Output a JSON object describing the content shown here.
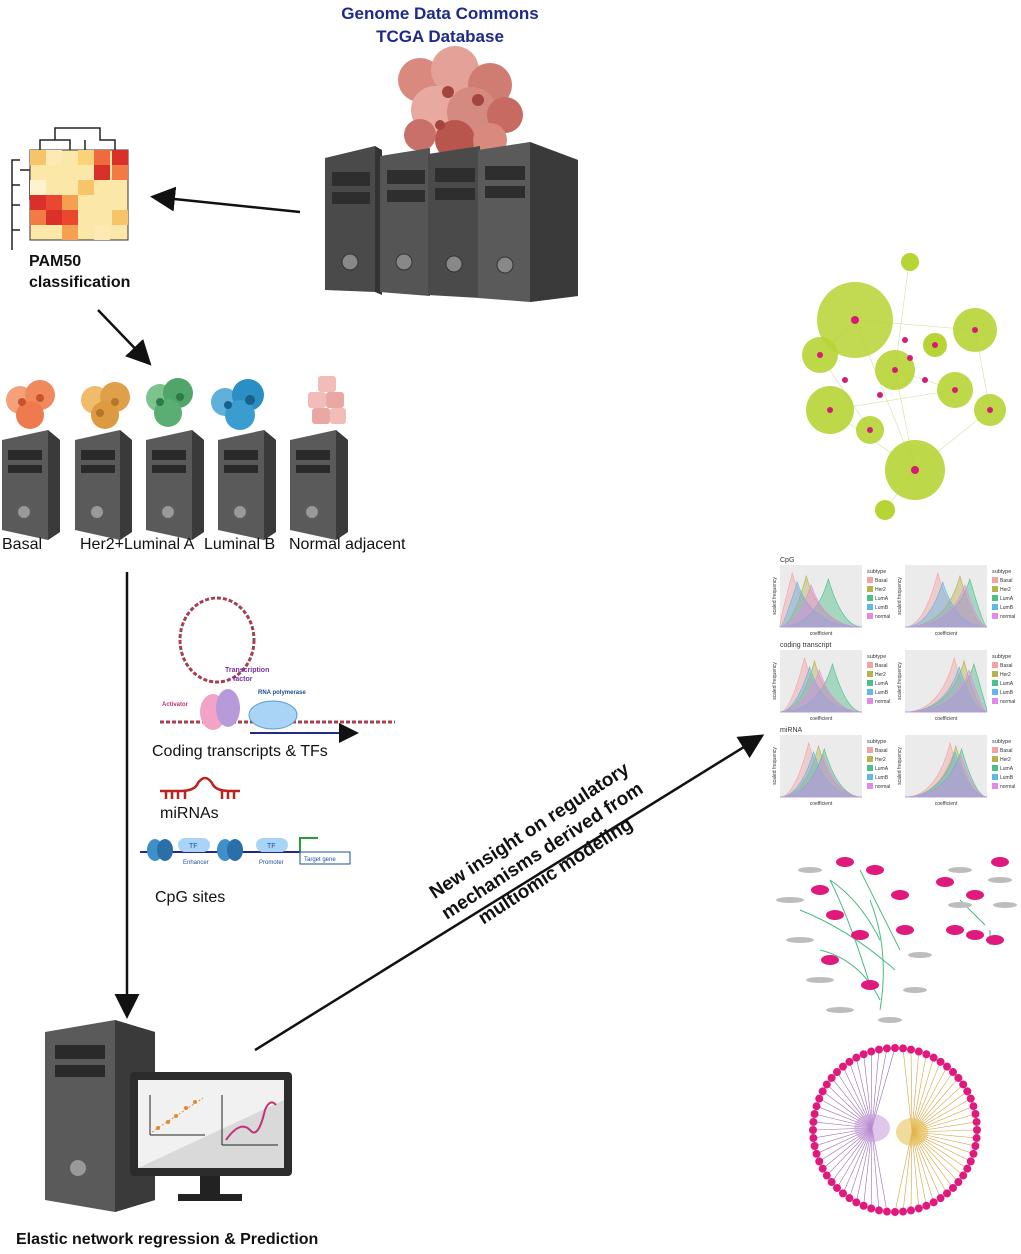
{
  "source": {
    "title_line1": "Genome Data Commons",
    "title_line2": "TCGA Database",
    "title_color": "#1d2a8a"
  },
  "pam50": {
    "label_line1": "PAM50",
    "label_line2": "classification"
  },
  "subtypes": [
    {
      "label": "Basal",
      "color": "#f08a5d"
    },
    {
      "label": "Her2+",
      "color": "#e0a04a"
    },
    {
      "label": "Luminal A",
      "color": "#4fa56a"
    },
    {
      "label": "Luminal B",
      "color": "#2b8fc4"
    },
    {
      "label": "Normal adjacent",
      "color": "#e9a8a4"
    }
  ],
  "omics": {
    "coding": {
      "label": "Coding transcripts & TFs",
      "tf_label_line1": "Transcription",
      "tf_label_line2": "factor",
      "activator_label": "Activator",
      "polymerase_label": "RNA polymerase"
    },
    "mirna": {
      "label": "miRNAs"
    },
    "cpg": {
      "label": "CpG sites",
      "tf1": "TF",
      "tf2": "TF",
      "enhancer": "Enhancer",
      "promoter": "Promoter",
      "target": "Target gene"
    }
  },
  "model": {
    "label": "Elastic network regression & Prediction"
  },
  "insight": {
    "line1": "New insight on regulatory",
    "line2": "mechanisms derived from",
    "line3": "multiomic modeling"
  },
  "density_panels": {
    "rows": [
      "CpG",
      "coding transcript",
      "miRNA"
    ],
    "ylabel": "scaled frequency",
    "xlabel": "coefficient",
    "legend_title": "subtype",
    "legend": [
      "Basal",
      "Her2",
      "LumA",
      "LumB",
      "normal"
    ],
    "colors": [
      "#f4a3a3",
      "#b8b24a",
      "#4cc08a",
      "#5fb8e6",
      "#e28be6"
    ]
  },
  "colors": {
    "server_dark": "#5a5a5a",
    "server_mid": "#7a7a7a",
    "network_green": "#b6d434",
    "network_pink": "#d81b74"
  }
}
